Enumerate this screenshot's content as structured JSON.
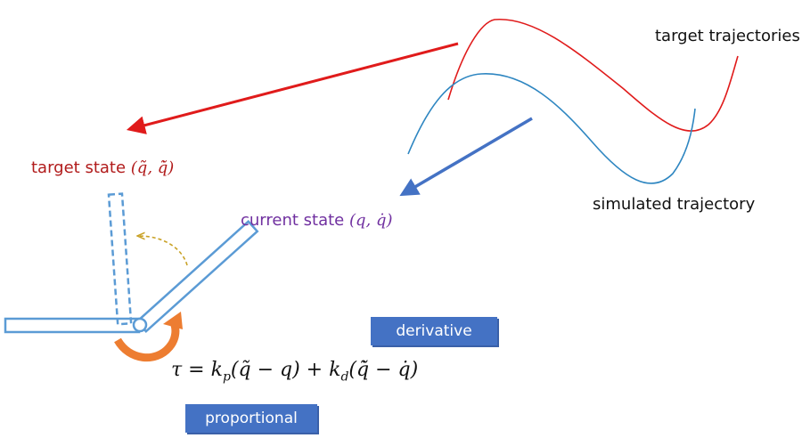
{
  "labels": {
    "target_trajectories": "target trajectories",
    "simulated_trajectory": "simulated trajectory",
    "target_state_text": "target state ",
    "target_state_math": "(q̃, q̃̇)",
    "current_state_text": "current state ",
    "current_state_math": "(q, q̇)"
  },
  "tags": {
    "derivative": "derivative",
    "proportional": "proportional"
  },
  "equation": {
    "lhs": "τ",
    "eq": " = ",
    "kp": "k",
    "kp_sub": "p",
    "p_term": "(q̃ − q)",
    "plus": " + ",
    "kd": "k",
    "kd_sub": "d",
    "d_term": "(q̃̇ − q̇)"
  },
  "colors": {
    "target_red": "#e01b1b",
    "target_label": "#b11b1b",
    "sim_blue": "#2e86c1",
    "arrow_blue": "#4472c4",
    "current_purple": "#7030a0",
    "link_blue": "#5b9bd5",
    "torque_orange": "#ed7d31",
    "dashed_gold": "#c9a227",
    "tag_blue": "#4472c4"
  }
}
